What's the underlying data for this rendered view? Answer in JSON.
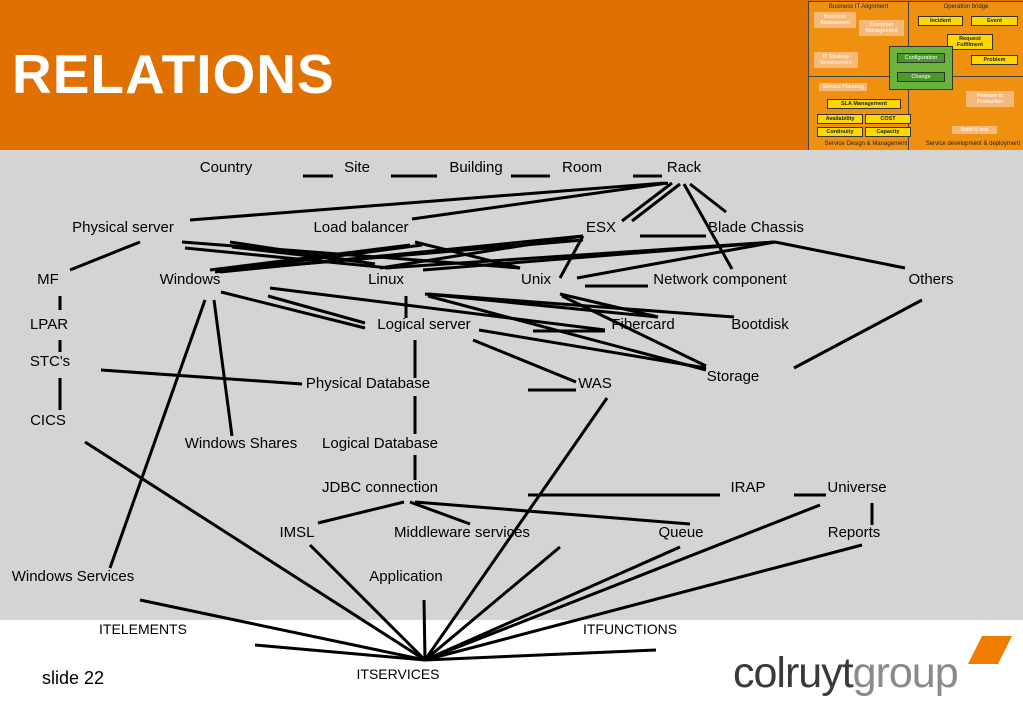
{
  "slide": {
    "title": "RELATIONS",
    "number_label": "slide 22",
    "logo": {
      "part1": "colruyt",
      "part2": "group"
    }
  },
  "thumbnail": {
    "top_left": "Business IT Alignment",
    "top_right": "Operation bridge",
    "bottom_left": "Service Design & Management",
    "bottom_right": "Service development & deployment",
    "boxes": {
      "business_assessment": "Business Assessment",
      "customer_management": "Customer Management",
      "it_strategy": "IT Strategy development",
      "incident": "Incident",
      "event": "Event",
      "request": "Request Fulfilment",
      "problem": "Problem",
      "configuration": "Configuration",
      "change": "Change",
      "service_planning": "Service Planning",
      "sla": "SLA Management",
      "availability": "Availability",
      "cost": "COST",
      "continuity": "Continuity",
      "capacity": "Capacity",
      "release": "Release to Production",
      "build": "Build & test"
    }
  },
  "diagram": {
    "nodes": {
      "country": "Country",
      "site": "Site",
      "building": "Building",
      "room": "Room",
      "rack": "Rack",
      "physical_server": "Physical server",
      "load_balancer": "Load balancer",
      "esx": "ESX",
      "blade_chassis": "Blade Chassis",
      "mf": "MF",
      "windows": "Windows",
      "linux": "Linux",
      "unix": "Unix",
      "network_component": "Network component",
      "others": "Others",
      "lpar": "LPAR",
      "logical_server": "Logical server",
      "fibercard": "Fibercard",
      "bootdisk": "Bootdisk",
      "stcs": "STC's",
      "physical_database": "Physical Database",
      "was": "WAS",
      "storage": "Storage",
      "cics": "CICS",
      "windows_shares": "Windows Shares",
      "logical_database": "Logical Database",
      "jdbc_connection": "JDBC connection",
      "irap": "IRAP",
      "universe": "Universe",
      "imsl": "IMSL",
      "middleware_services": "Middleware services",
      "queue": "Queue",
      "reports": "Reports",
      "windows_services": "Windows Services",
      "application": "Application",
      "itelements": "ITELEMENTS",
      "itfunctions": "ITFUNCTIONS",
      "itservices": "ITSERVICES"
    }
  },
  "colors": {
    "header": "#e07000",
    "canvas": "#d4d4d4",
    "logo_mark": "#f07d00"
  }
}
